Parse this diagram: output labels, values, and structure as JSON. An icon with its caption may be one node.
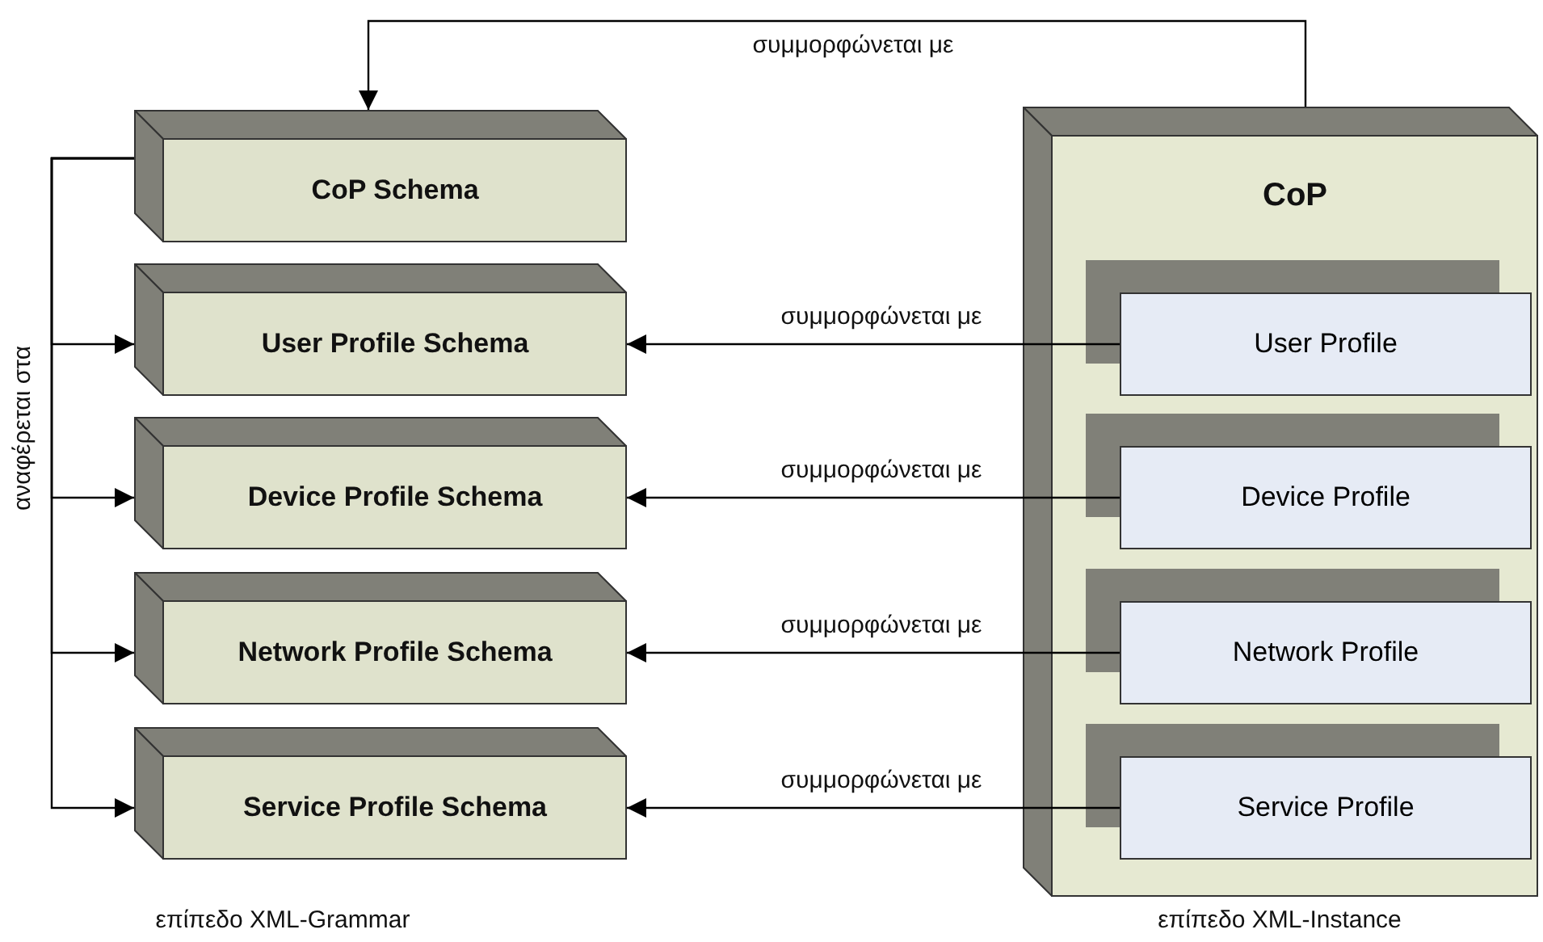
{
  "diagram": {
    "nodes": [
      {
        "text": [
          "CoP Schema"
        ]
      },
      {
        "text": [
          "User Profile Schema"
        ]
      },
      {
        "text": [
          "Device Profile Schema"
        ]
      },
      {
        "text": [
          "Network Profile Schema"
        ]
      },
      {
        "text": [
          "Service Profile Schema"
        ]
      },
      {
        "text": [
          "CoP"
        ]
      },
      {
        "text": [
          "User Profile"
        ],
        "in": 5
      },
      {
        "text": [
          "Device Profile"
        ],
        "in": 5
      },
      {
        "text": [
          "Network Profile"
        ],
        "in": 5
      },
      {
        "text": [
          "Service Profile"
        ],
        "in": 5
      }
    ],
    "edges": [
      {
        "from": 5,
        "to": 0,
        "arrow": "to",
        "label": "συμμορφώνεται με"
      },
      {
        "from": 0,
        "to": 1,
        "arrow": "to"
      },
      {
        "from": 0,
        "to": 2,
        "arrow": "to"
      },
      {
        "from": 0,
        "to": 3,
        "arrow": "to"
      },
      {
        "from": 0,
        "to": 4,
        "arrow": "to"
      },
      {
        "from": 6,
        "to": 1,
        "arrow": "to",
        "label": "συμμορφώνεται με"
      },
      {
        "from": 7,
        "to": 2,
        "arrow": "to",
        "label": "συμμορφώνεται με"
      },
      {
        "from": 8,
        "to": 3,
        "arrow": "to",
        "label": "συμμορφώνεται με"
      },
      {
        "from": 9,
        "to": 4,
        "arrow": "to",
        "label": "συμμορφώνεται με"
      }
    ],
    "labels": [
      "αναφέρεται στα",
      "επίπεδο XML-Grammar",
      "επίπεδο XML-Instance"
    ]
  }
}
